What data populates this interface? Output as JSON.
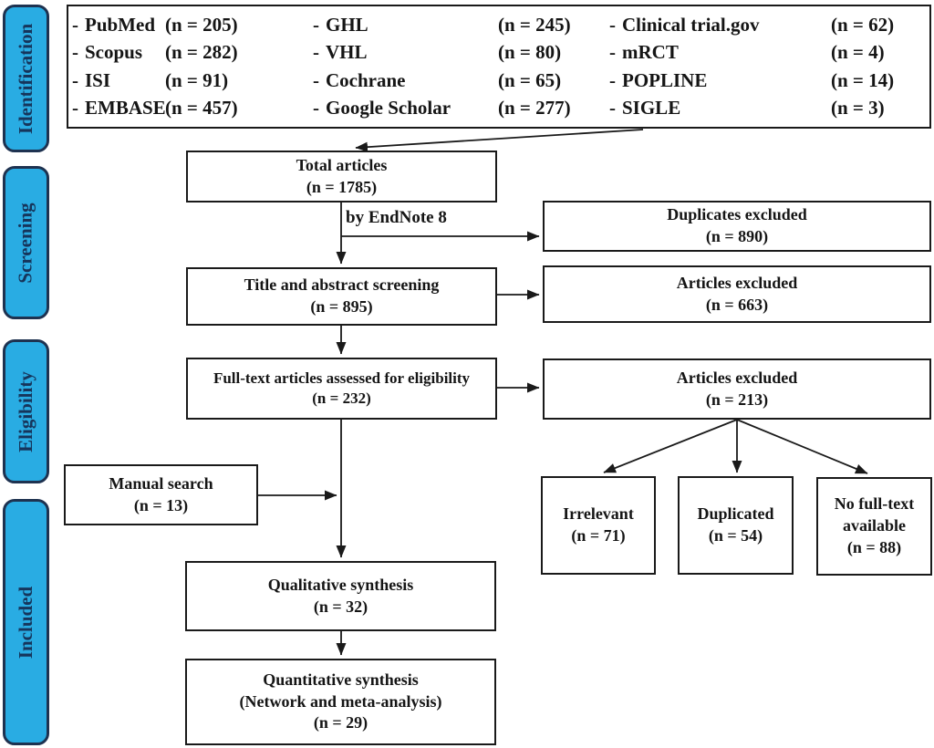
{
  "colors": {
    "stage_fill": "#29ACE3",
    "stage_border": "#1E3250",
    "stage_text": "#16355B",
    "box_border": "#1A1A1A",
    "text": "#151515",
    "background": "#FFFFFF"
  },
  "stages": [
    {
      "label": "Identification"
    },
    {
      "label": "Screening"
    },
    {
      "label": "Eligibility"
    },
    {
      "label": "Included"
    }
  ],
  "databases": {
    "bullet": "-",
    "rows": [
      [
        {
          "name": "PubMed",
          "count": "(n = 205)"
        },
        {
          "name": "GHL",
          "count": "(n = 245)"
        },
        {
          "name": "Clinical trial.gov",
          "count": "(n = 62)"
        }
      ],
      [
        {
          "name": "Scopus",
          "count": "(n = 282)"
        },
        {
          "name": "VHL",
          "count": "(n = 80)"
        },
        {
          "name": "mRCT",
          "count": "(n = 4)"
        }
      ],
      [
        {
          "name": "ISI",
          "count": "(n = 91)"
        },
        {
          "name": "Cochrane",
          "count": "(n = 65)"
        },
        {
          "name": "POPLINE",
          "count": "(n = 14)"
        }
      ],
      [
        {
          "name": "EMBASE",
          "count": "(n = 457)"
        },
        {
          "name": "Google Scholar",
          "count": "(n = 277)"
        },
        {
          "name": "SIGLE",
          "count": "(n = 3)"
        }
      ]
    ]
  },
  "boxes": {
    "total": {
      "lines": [
        "Total articles",
        "(n = 1785)"
      ]
    },
    "title_screening": {
      "lines": [
        "Title and abstract screening",
        "(n = 895)"
      ]
    },
    "fulltext": {
      "lines": [
        "Full-text articles assessed for eligibility",
        "(n = 232)"
      ]
    },
    "qualitative": {
      "lines": [
        "Qualitative synthesis",
        "(n = 32)"
      ]
    },
    "quantitative": {
      "lines": [
        "Quantitative synthesis",
        "(Network and meta-analysis)",
        "(n = 29)"
      ]
    },
    "duplicates_excluded": {
      "lines": [
        "Duplicates excluded",
        "(n = 890)"
      ]
    },
    "articles_excluded_screening": {
      "lines": [
        "Articles excluded",
        "(n = 663)"
      ]
    },
    "articles_excluded_eligibility": {
      "lines": [
        "Articles excluded",
        "(n = 213)"
      ]
    },
    "manual_search": {
      "lines": [
        "Manual search",
        "(n = 13)"
      ]
    },
    "irrelevant": {
      "lines": [
        "Irrelevant",
        "(n = 71)"
      ]
    },
    "duplicated": {
      "lines": [
        "Duplicated",
        "(n = 54)"
      ]
    },
    "no_fulltext": {
      "lines": [
        "No full-text",
        "available",
        "(n = 88)"
      ]
    }
  },
  "labels": {
    "endnote": "by EndNote 8"
  }
}
